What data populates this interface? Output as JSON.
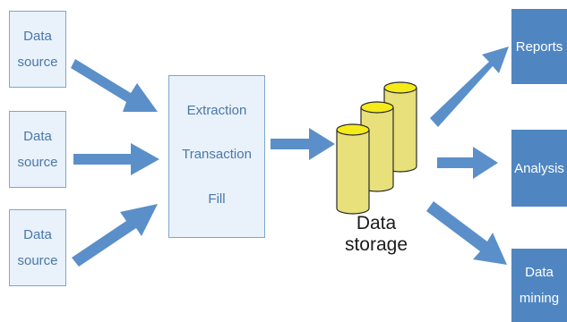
{
  "sources": [
    {
      "line1": "Data",
      "line2": "source"
    },
    {
      "line1": "Data",
      "line2": "source"
    },
    {
      "line1": "Data",
      "line2": "source"
    }
  ],
  "etl": {
    "steps": [
      "Extraction",
      "Transaction",
      "Fill"
    ]
  },
  "storage": {
    "label": "Data storage",
    "colors": {
      "body": "#e8e07a",
      "top": "#f5ea1a",
      "outline": "#2a2a2a"
    }
  },
  "outputs": [
    {
      "line1": "Reports",
      "line2": ""
    },
    {
      "line1": "Analysis",
      "line2": ""
    },
    {
      "line1": "Data",
      "line2": "mining"
    }
  ],
  "colors": {
    "arrow": "#5b8fc9",
    "box_fill": "#e9f1fa",
    "box_border": "#7fa6cc",
    "box_text": "#4a78a8",
    "output_fill": "#4f86c1"
  }
}
